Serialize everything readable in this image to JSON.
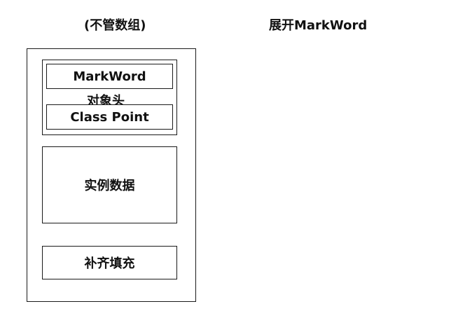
{
  "left_title": "(不管数组)",
  "right_title": "展开MarkWord",
  "object": {
    "header": {
      "label": "对象头",
      "markword": "MarkWord",
      "class_point": "Class Point"
    },
    "instance_data": "实例数据",
    "padding": "补齐填充"
  },
  "colors": {
    "stroke": "#1a1a1a",
    "background": "#ffffff",
    "text": "#111111"
  }
}
